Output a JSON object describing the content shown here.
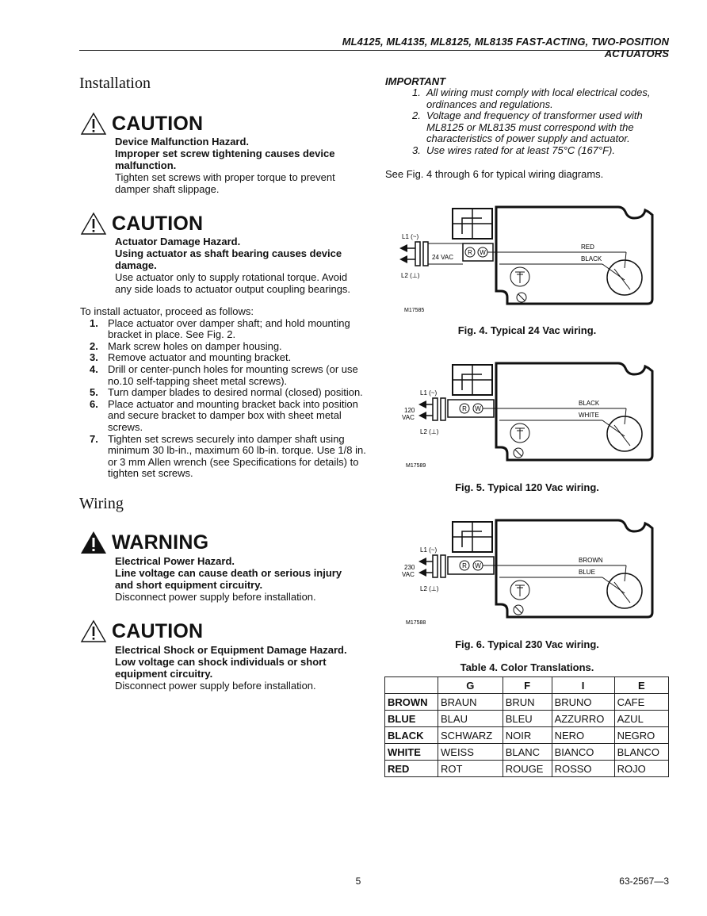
{
  "header": {
    "title": "ML4125, ML4135, ML8125, ML8135 FAST-ACTING, TWO-POSITION ACTUATORS"
  },
  "installation": {
    "heading": "Installation",
    "caution1": {
      "word": "CAUTION",
      "title": "Device Malfunction Hazard.",
      "subtitle": "Improper set screw tightening causes device malfunction.",
      "body": "Tighten set screws with proper torque to prevent damper shaft slippage."
    },
    "caution2": {
      "word": "CAUTION",
      "title": "Actuator Damage Hazard.",
      "subtitle": "Using actuator as shaft bearing causes device damage.",
      "body": "Use actuator only to supply rotational torque. Avoid any side loads to actuator output coupling bearings."
    },
    "intro": "To install actuator, proceed as follows:",
    "steps": [
      {
        "n": "1.",
        "text": "Place actuator over damper shaft; and hold mounting bracket in place. See Fig. 2."
      },
      {
        "n": "2.",
        "text": "Mark screw holes on damper housing."
      },
      {
        "n": "3.",
        "text": "Remove actuator and mounting bracket."
      },
      {
        "n": "4.",
        "text": "Drill or center-punch holes for mounting screws (or use no.10 self-tapping sheet metal screws)."
      },
      {
        "n": "5.",
        "text": "Turn damper blades to desired normal (closed) position."
      },
      {
        "n": "6.",
        "text": "Place actuator and mounting bracket back into position and secure bracket to damper box with sheet metal screws."
      },
      {
        "n": "7.",
        "text": "Tighten set screws securely into damper shaft using minimum 30 lb-in., maximum 60 lb-in. torque. Use 1/8 in. or 3 mm Allen wrench (see Specifications for details) to tighten set screws."
      }
    ]
  },
  "wiring": {
    "heading": "Wiring",
    "warning": {
      "word": "WARNING",
      "title": "Electrical Power Hazard.",
      "subtitle": "Line voltage can cause death or serious injury and short equipment circuitry.",
      "body": "Disconnect power supply before installation."
    },
    "caution3": {
      "word": "CAUTION",
      "title": "Electrical Shock or Equipment Damage Hazard.",
      "subtitle": "Low voltage can shock individuals or short equipment circuitry.",
      "body": "Disconnect power supply before installation."
    }
  },
  "important": {
    "heading": "IMPORTANT",
    "items": [
      {
        "n": "1.",
        "text": "All wiring must comply with local electrical codes, ordinances and regulations."
      },
      {
        "n": "2.",
        "text": "Voltage and frequency of transformer used with ML8125 or ML8135 must correspond with the characteristics of power supply and actuator."
      },
      {
        "n": "3.",
        "text": "Use wires rated for at least 75°C (167°F)."
      }
    ],
    "see_note": "See Fig. 4 through 6 for typical wiring diagrams."
  },
  "figures": [
    {
      "l1": "L1 (~)",
      "l2": "L2 (⊥)",
      "volt1": "24 VAC",
      "volt2": "",
      "wire1": "RED",
      "wire2": "BLACK",
      "code": "M17585",
      "caption": "Fig. 4. Typical 24 Vac wiring."
    },
    {
      "l1": "L1 (~)",
      "l2": "L2 (⊥)",
      "volt1": "120",
      "volt2": "VAC",
      "wire1": "BLACK",
      "wire2": "WHITE",
      "code": "M17589",
      "caption": "Fig. 5. Typical 120 Vac wiring."
    },
    {
      "l1": "L1 (~)",
      "l2": "L2 (⊥)",
      "volt1": "230",
      "volt2": "VAC",
      "wire1": "BROWN",
      "wire2": "BLUE",
      "code": "M17588",
      "caption": "Fig. 6. Typical 230 Vac wiring."
    }
  ],
  "terminals": {
    "r": "R",
    "w": "W"
  },
  "table": {
    "title": "Table 4. Color Translations.",
    "headers": [
      "",
      "G",
      "F",
      "I",
      "E"
    ],
    "rows": [
      [
        "BROWN",
        "BRAUN",
        "BRUN",
        "BRUNO",
        "CAFE"
      ],
      [
        "BLUE",
        "BLAU",
        "BLEU",
        "AZZURRO",
        "AZUL"
      ],
      [
        "BLACK",
        "SCHWARZ",
        "NOIR",
        "NERO",
        "NEGRO"
      ],
      [
        "WHITE",
        "WEISS",
        "BLANC",
        "BIANCO",
        "BLANCO"
      ],
      [
        "RED",
        "ROT",
        "ROUGE",
        "ROSSO",
        "ROJO"
      ]
    ]
  },
  "footer": {
    "page": "5",
    "doc": "63-2567—3"
  }
}
